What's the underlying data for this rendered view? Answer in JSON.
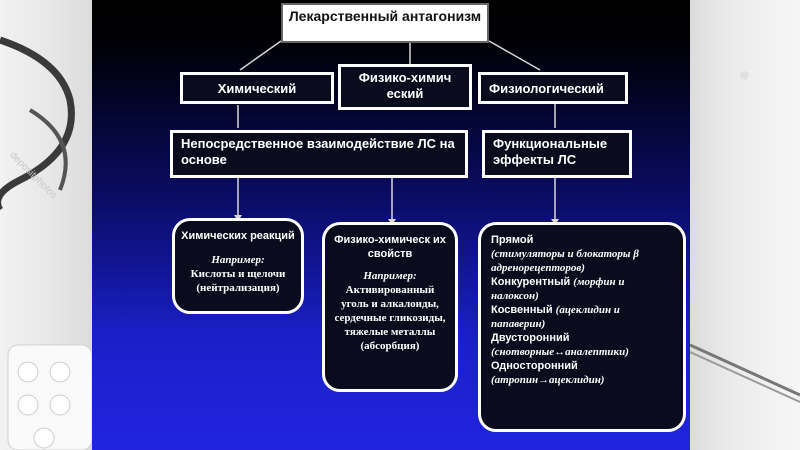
{
  "title": "Лекарственный антагонизм",
  "level1": {
    "chemical": "Химический",
    "physchem": "Физико-химич еский",
    "physiological": "Физиологический"
  },
  "level2": {
    "direct": "Непосредственное взаимодействие ЛС на основе",
    "functional": "Функциональные эффекты ЛС"
  },
  "chem_box": {
    "heading": "Химических реакций",
    "example_label": "Например:",
    "example": "Кислоты и щелочи (нейтрализация)"
  },
  "physchem_box": {
    "heading": "Физико-химическ их свойств",
    "example_label": "Например:",
    "example": "Активированный уголь и алкалоиды, сердечные гликозиды, тяжелые металлы (абсорбция)"
  },
  "physio_box": {
    "items": [
      {
        "label": "Прямой",
        "note": "(стимуляторы и блокаторы β адренорецепторов)"
      },
      {
        "label": "Конкурентный",
        "note": "(морфин и налоксон)"
      },
      {
        "label": "Косвенный",
        "note": "(ацеклидин и папаверин)"
      },
      {
        "label": "Двусторонний",
        "note": "(снотворные↔аналептики)"
      },
      {
        "label": "Односторонний",
        "note": "(атропин→ацеклидин)"
      }
    ]
  },
  "watermark": "depositphotos",
  "colors": {
    "slide_top": "#000000",
    "slide_bottom": "#2024e0",
    "box_fill": "#0b0b1e",
    "border": "#ffffff"
  }
}
